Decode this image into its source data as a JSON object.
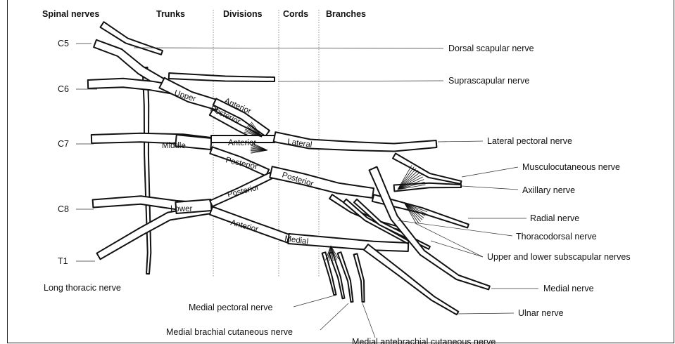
{
  "headers": {
    "spinal_nerves": "Spinal nerves",
    "trunks": "Trunks",
    "divisions": "Divisions",
    "cords": "Cords",
    "branches": "Branches"
  },
  "roots": {
    "c5": "C5",
    "c6": "C6",
    "c7": "C7",
    "c8": "C8",
    "t1": "T1"
  },
  "trunks": {
    "upper": "Upper",
    "middle": "Middle",
    "lower": "Lower"
  },
  "divisions": {
    "upper_anterior": "Anterior",
    "upper_posterior": "Posterior",
    "middle_anterior": "Anterior",
    "middle_posterior": "Posterior",
    "lower_posterior": "Posterior",
    "lower_anterior": "Anterior"
  },
  "cords": {
    "lateral": "Lateral",
    "posterior": "Posterior",
    "medial": "Medial"
  },
  "branches": {
    "dorsal_scapular": "Dorsal scapular nerve",
    "suprascapular": "Suprascapular nerve",
    "lateral_pectoral": "Lateral pectoral nerve",
    "musculocutaneous": "Musculocutaneous nerve",
    "axillary": "Axillary nerve",
    "radial": "Radial nerve",
    "thoracodorsal": "Thoracodorsal nerve",
    "subscapular": "Upper and lower subscapular nerves",
    "medial": "Medial nerve",
    "ulnar": "Ulnar nerve",
    "long_thoracic": "Long thoracic nerve",
    "medial_pectoral": "Medial pectoral nerve",
    "medial_brachial_cutaneous": "Medial brachial cutaneous nerve",
    "medial_antebrachial_cutaneous": "Medial antebrachial cutaneous nerve"
  },
  "colors": {
    "nerve_fill": "#ffffff",
    "nerve_stroke": "#111111",
    "separator": "#777777"
  }
}
